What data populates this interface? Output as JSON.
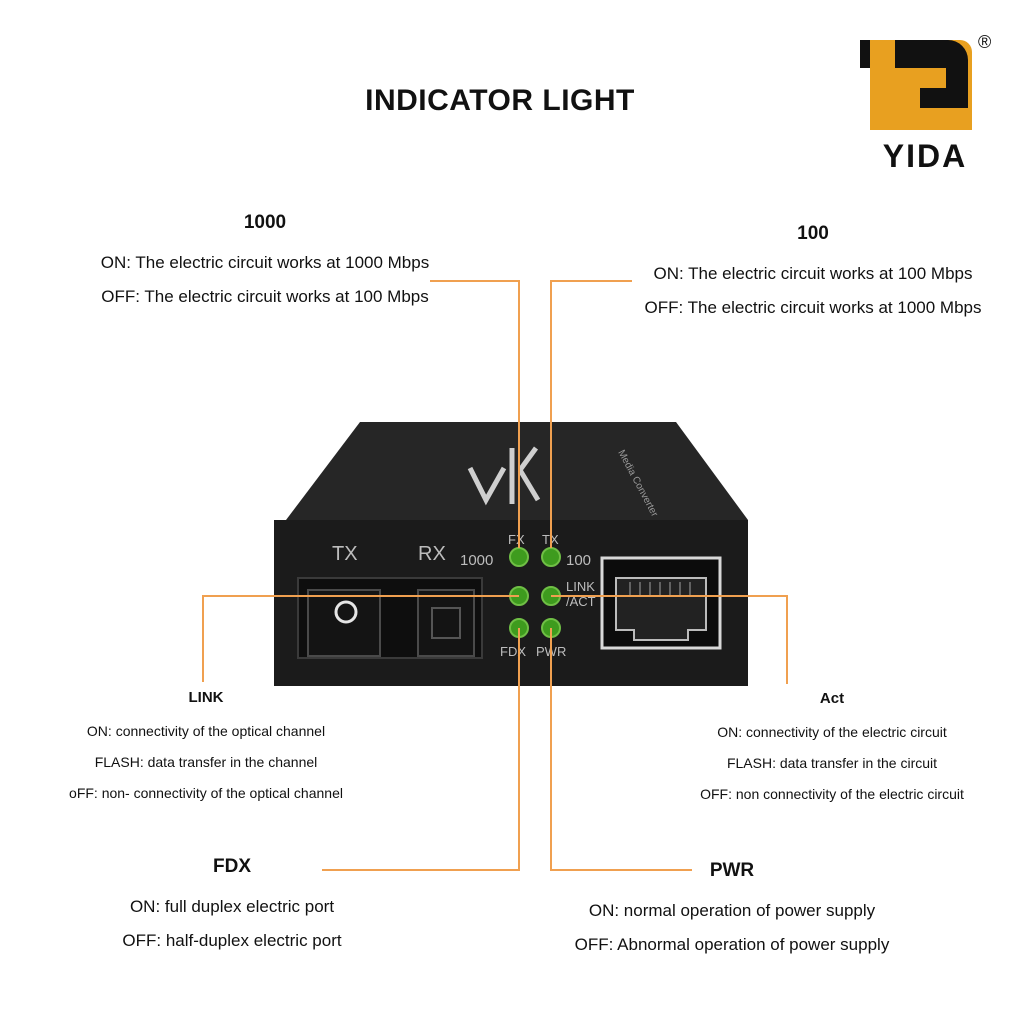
{
  "title": "INDICATOR LIGHT",
  "logo": {
    "brand": "YIDA",
    "registered_mark": "®",
    "colors": {
      "orange": "#E8A020",
      "black": "#111111"
    }
  },
  "callouts": {
    "speed_1000": {
      "heading": "1000",
      "lines": [
        "ON: The electric circuit works at 1000 Mbps",
        "OFF: The electric circuit works at 100 Mbps"
      ]
    },
    "speed_100": {
      "heading": "100",
      "lines": [
        "ON: The electric circuit works at 100 Mbps",
        "OFF: The electric circuit works at 1000 Mbps"
      ]
    },
    "link": {
      "heading": "LINK",
      "lines": [
        "ON: connectivity of the optical channel",
        "FLASH: data transfer in the channel",
        "oFF: non- connectivity of the optical channel"
      ]
    },
    "act": {
      "heading": "Act",
      "lines": [
        "ON: connectivity of the electric circuit",
        "FLASH: data transfer in the circuit",
        "OFF: non connectivity of the electric circuit"
      ]
    },
    "fdx": {
      "heading": "FDX",
      "lines": [
        "ON: full duplex electric port",
        "OFF: half-duplex electric port"
      ]
    },
    "pwr": {
      "heading": "PWR",
      "lines": [
        "ON: normal operation of power supply",
        "OFF: Abnormal operation of power supply"
      ]
    }
  },
  "device": {
    "port_labels": {
      "tx": "TX",
      "rx": "RX"
    },
    "led_labels": {
      "fx": "FX",
      "tx": "TX",
      "l1000": "1000",
      "l100": "100",
      "link": "LINK",
      "act": "/ACT",
      "fdx": "FDX",
      "pwr": "PWR"
    },
    "led_color": "#3E9B1E",
    "leader_color": "#F0A050"
  }
}
